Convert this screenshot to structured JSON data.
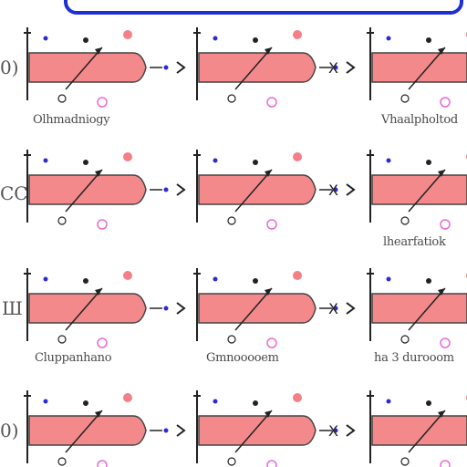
{
  "banner": {
    "color": "#1f2fd6"
  },
  "colors": {
    "bar_fill": "#f4898c",
    "bar_stroke": "#444444",
    "pink_dot": "#f47f87",
    "blue_dot": "#2b2bd6",
    "magenta_ring": "#e86ad4",
    "ink": "#222222"
  },
  "cross_glyph": "X",
  "edge_labels": [
    "0)",
    "CC",
    "Ш",
    "0)"
  ],
  "captions": {
    "r0c0": "Olhmadniogy",
    "r0c2": "Vhaalpholtod",
    "r1c2": "lhearfatiok",
    "r2c0": "Cluppanhano",
    "r2c1": "Gmnooooem",
    "r2c2": "ha 3 durooom"
  },
  "panels": [
    {
      "id": "r0c0"
    },
    {
      "id": "r0c1"
    },
    {
      "id": "r0c2"
    },
    {
      "id": "r1c0"
    },
    {
      "id": "r1c1"
    },
    {
      "id": "r1c2"
    },
    {
      "id": "r2c0"
    },
    {
      "id": "r2c1"
    },
    {
      "id": "r2c2"
    },
    {
      "id": "r3c0"
    },
    {
      "id": "r3c1"
    },
    {
      "id": "r3c2"
    }
  ]
}
